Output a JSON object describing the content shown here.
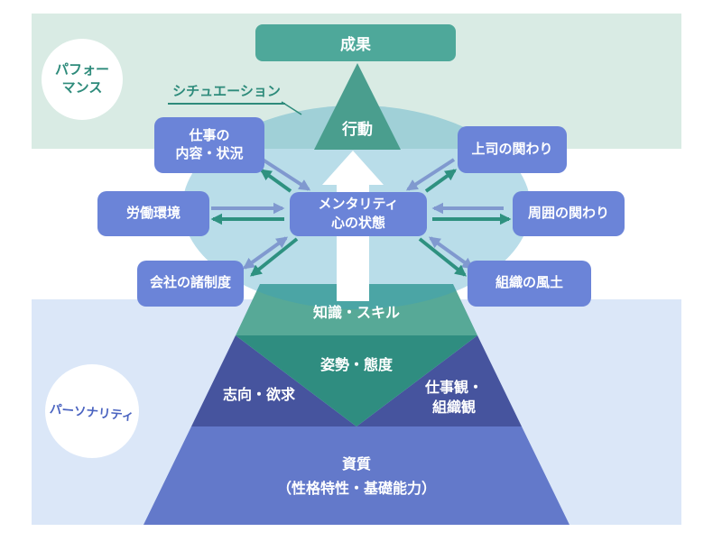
{
  "diagram": {
    "zones": {
      "performance_line1": "パフォー",
      "performance_line2": "マンス",
      "personality": "パーソナリティ"
    },
    "top": {
      "outcome": "成果",
      "behavior": "行動",
      "situation": "シチュエーション"
    },
    "mentality": {
      "line1": "メンタリティ",
      "line2": "心の状態"
    },
    "factors": [
      {
        "line1": "仕事の",
        "line2": "内容・状況"
      },
      {
        "line1": "上司の関わり",
        "line2": ""
      },
      {
        "line1": "労働環境",
        "line2": ""
      },
      {
        "line1": "周囲の関わり",
        "line2": ""
      },
      {
        "line1": "会社の諸制度",
        "line2": ""
      },
      {
        "line1": "組織の風土",
        "line2": ""
      }
    ],
    "pyramid": {
      "knowledge": "知識・スキル",
      "attitude": "姿勢・態度",
      "desire": "志向・欲求",
      "workview_line1": "仕事観・",
      "workview_line2": "組織観",
      "qualities_line1": "資質",
      "qualities_line2": "（性格特性・基礎能力）"
    },
    "colors": {
      "band_performance": "#d9ebe4",
      "band_personality": "#dbe7f8",
      "outcome_box": "#4ea89a",
      "behavior_triangle": "#4a9e8e",
      "factor_box": "#6b84d8",
      "situation_ellipse": "#b9dde9",
      "arrow_green": "#2e9180",
      "arrow_blue": "#8099cf",
      "pyramid_knowledge": "#57a997",
      "pyramid_attitude": "#2f8d80",
      "pyramid_navy": "#46549e",
      "pyramid_base": "#6379ca",
      "text_teal": "#2e8b7b",
      "text_blue": "#4a63c0"
    }
  }
}
